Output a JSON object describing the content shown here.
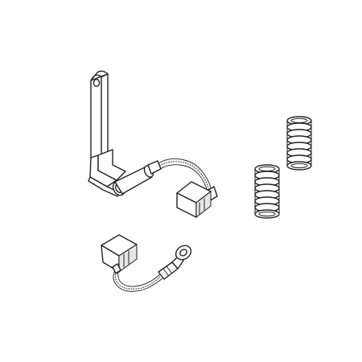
{
  "diagram": {
    "parts": [
      {
        "id": "brush-holder-with-lead",
        "icon": "brush-holder-bracket-icon"
      },
      {
        "id": "carbon-brush-with-terminal",
        "icon": "carbon-brush-icon"
      },
      {
        "id": "brush-spring-upper",
        "icon": "coil-spring-icon"
      },
      {
        "id": "brush-spring-lower",
        "icon": "coil-spring-icon"
      }
    ],
    "colors": {
      "ink": "#222222",
      "background": "#ffffff",
      "shade": "#e6e6e6"
    }
  }
}
